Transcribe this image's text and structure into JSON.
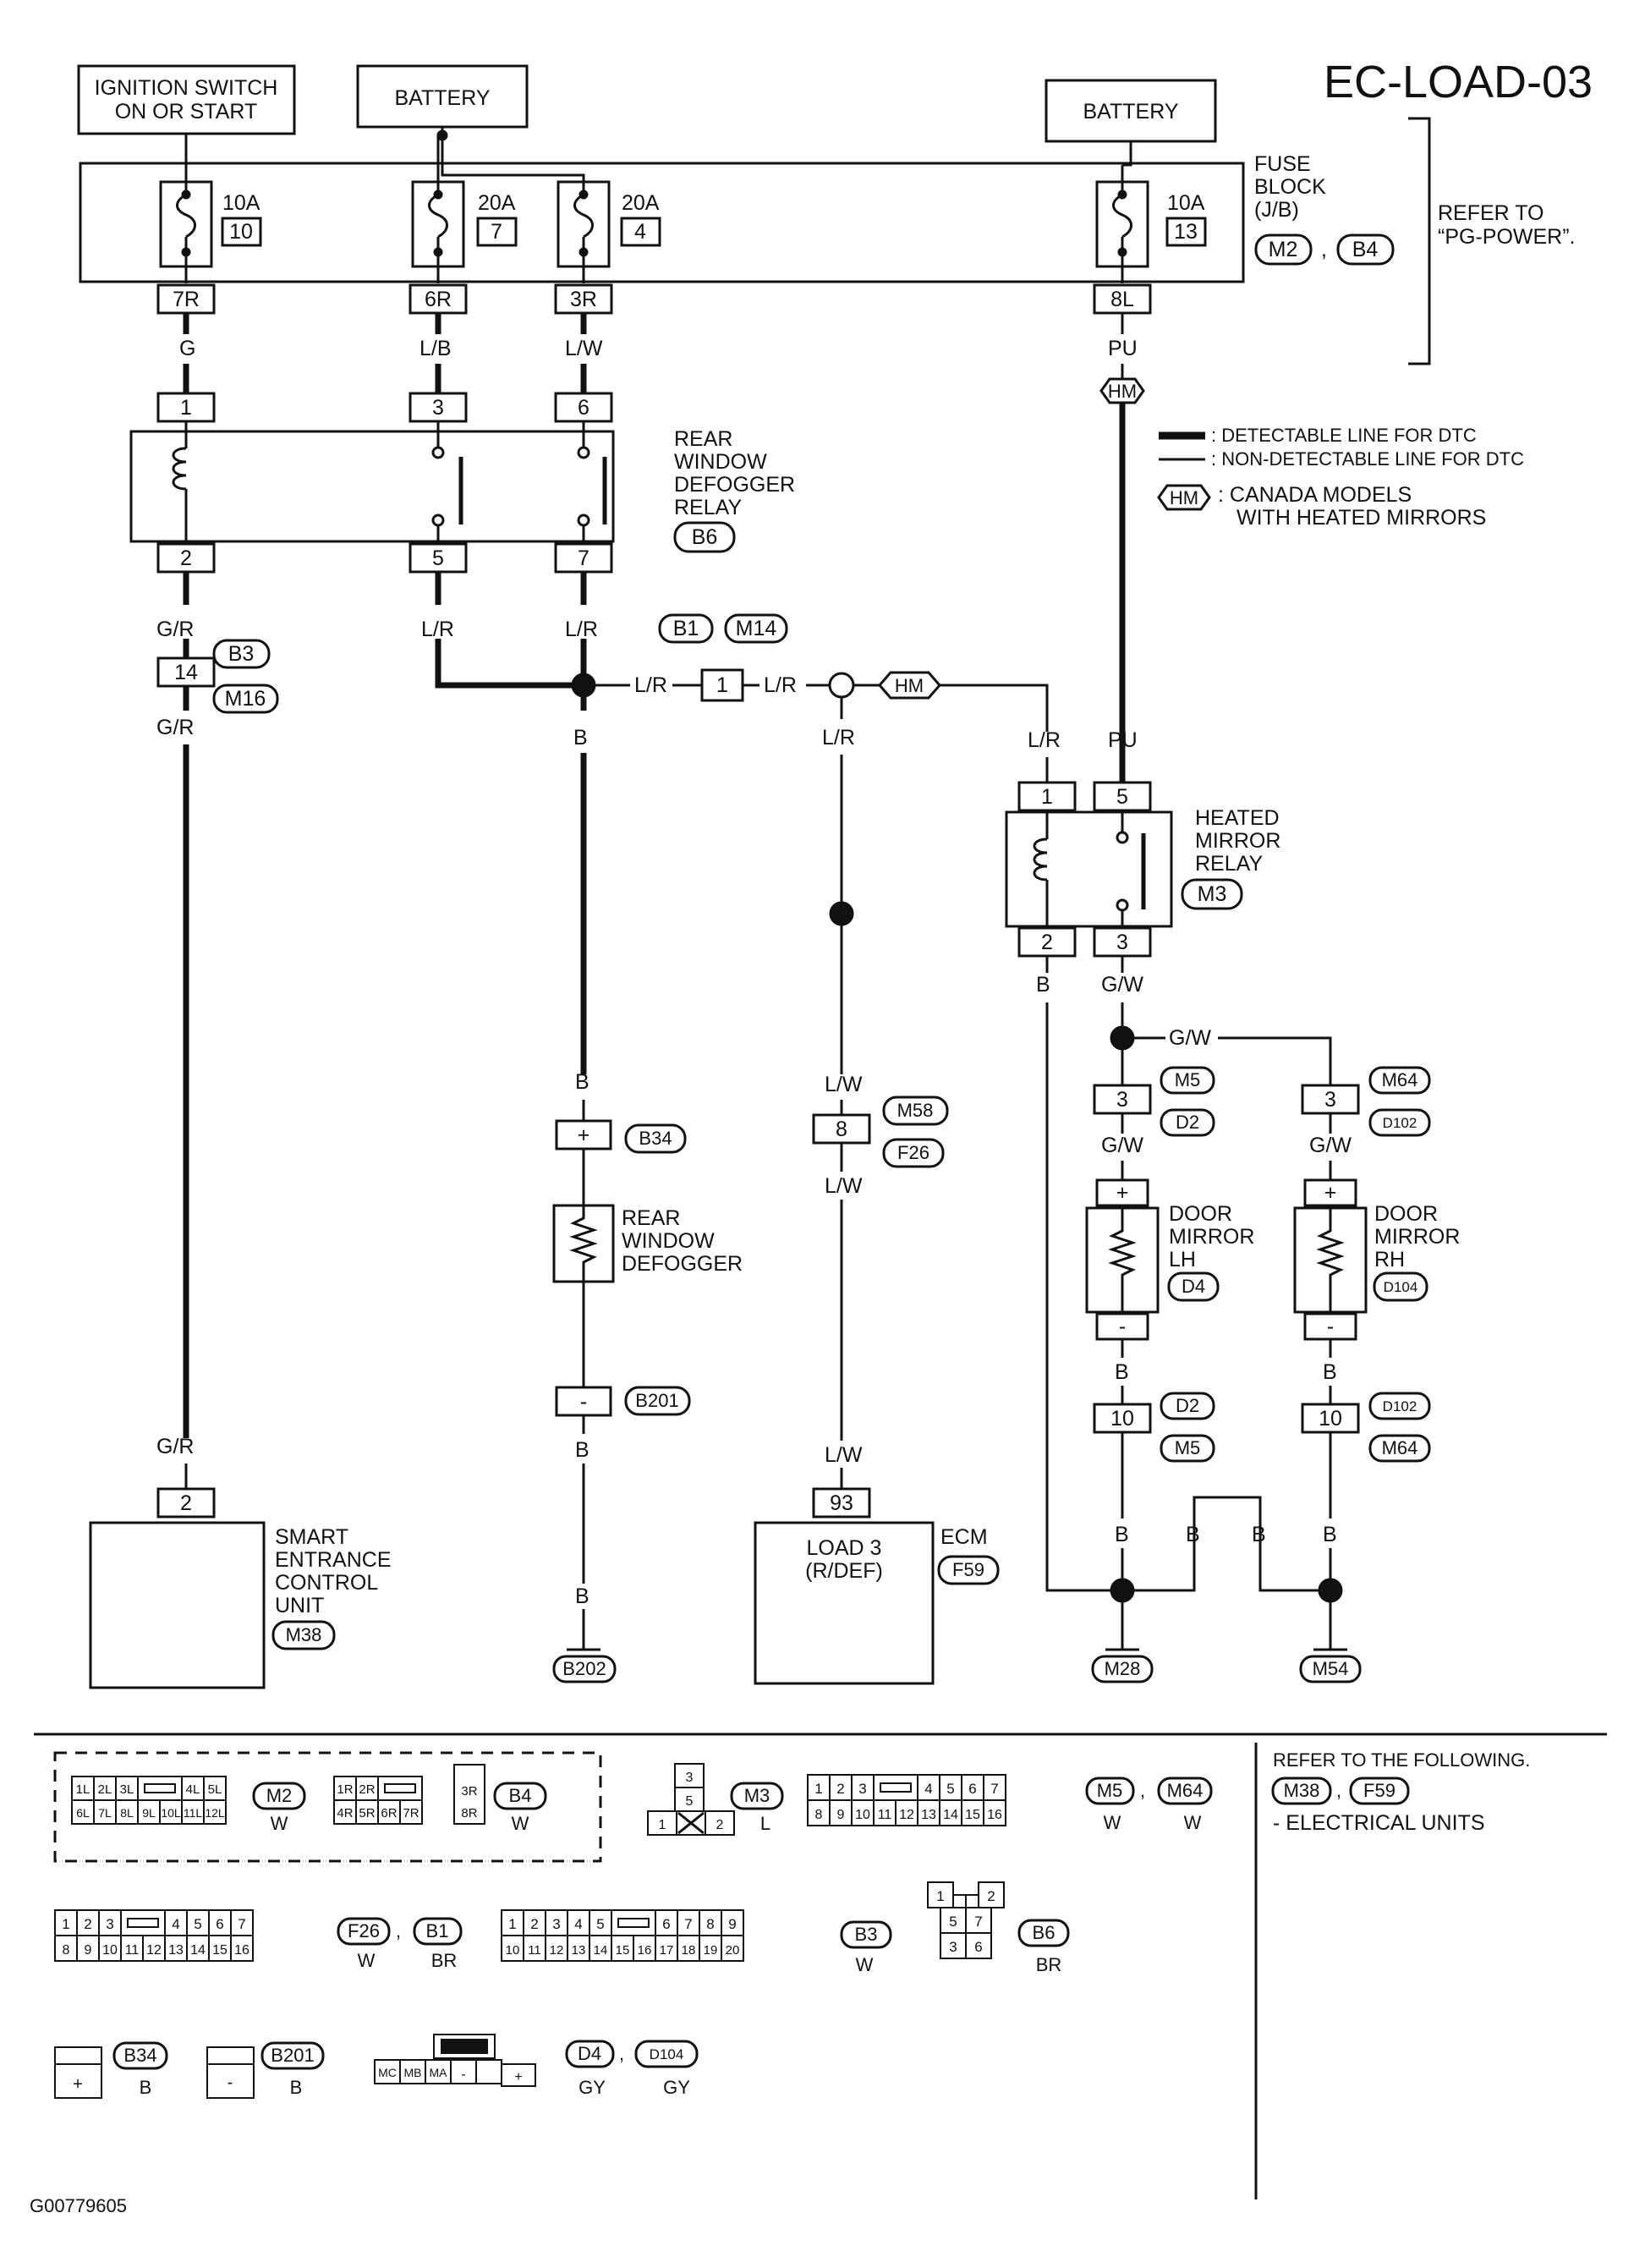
{
  "title": "EC-LOAD-03",
  "figure_id": "G00779605",
  "sources": {
    "ignition": [
      "IGNITION SWITCH",
      "ON OR START"
    ],
    "battery_left": "BATTERY",
    "battery_right": "BATTERY"
  },
  "fuse_block": {
    "label": [
      "FUSE",
      "BLOCK",
      "(J/B)"
    ],
    "connectors": [
      "M2",
      "B4"
    ],
    "refer": [
      "REFER TO",
      "“PG-POWER”."
    ],
    "fuses": [
      {
        "amps": "10A",
        "no": "10",
        "terminal": "7R"
      },
      {
        "amps": "20A",
        "no": "7",
        "terminal": "6R"
      },
      {
        "amps": "20A",
        "no": "4",
        "terminal": "3R"
      },
      {
        "amps": "10A",
        "no": "13",
        "terminal": "8L"
      }
    ]
  },
  "wires": {
    "g": "G",
    "lb": "L/B",
    "lw": "L/W",
    "pu": "PU",
    "gr": "G/R",
    "lr": "L/R",
    "b": "B",
    "gw": "G/W"
  },
  "hm_tag": "HM",
  "legend": {
    "detectable": ": DETECTABLE LINE FOR DTC",
    "non_detectable": ": NON-DETECTABLE LINE FOR DTC",
    "hm": [
      ": CANADA MODELS",
      "WITH HEATED MIRRORS"
    ]
  },
  "rear_relay": {
    "label": [
      "REAR",
      "WINDOW",
      "DEFOGGER",
      "RELAY"
    ],
    "connector": "B6",
    "pins_top": [
      "1",
      "3",
      "6"
    ],
    "pins_bottom": [
      "2",
      "5",
      "7"
    ]
  },
  "joint_connectors": {
    "b3": "B3",
    "m16": "M16",
    "pin14": "14",
    "b1": "B1",
    "m14": "M14",
    "pin1": "1"
  },
  "heated_relay": {
    "label": [
      "HEATED",
      "MIRROR",
      "RELAY"
    ],
    "connector": "M3",
    "pins_top": [
      "1",
      "5"
    ],
    "pins_bottom": [
      "2",
      "3"
    ]
  },
  "defogger": {
    "label": [
      "REAR",
      "WINDOW",
      "DEFOGGER"
    ],
    "conn_plus": "B34",
    "conn_minus": "B201",
    "plus": "+",
    "minus": "-"
  },
  "ecm_path": {
    "pin": "8",
    "conn_a": "M58",
    "conn_b": "F26"
  },
  "mirrors": {
    "lh": {
      "label": [
        "DOOR",
        "MIRROR",
        "LH"
      ],
      "connector": "D4",
      "pin": "3",
      "conn_a": "M5",
      "conn_b": "D2",
      "pin_b": "10",
      "conn_c": "D2",
      "conn_d": "M5"
    },
    "rh": {
      "label": [
        "DOOR",
        "MIRROR",
        "RH"
      ],
      "connector": "D104",
      "pin": "3",
      "conn_a": "M64",
      "conn_b": "D102",
      "pin_b": "10",
      "conn_c": "D102",
      "conn_d": "M64"
    }
  },
  "units": {
    "smart": {
      "label": [
        "SMART",
        "ENTRANCE",
        "CONTROL",
        "UNIT"
      ],
      "connector": "M38",
      "pin": "2"
    },
    "ecm": {
      "label": "ECM",
      "connector": "F59",
      "pin": "93",
      "inner": [
        "LOAD 3",
        "(R/DEF)"
      ]
    }
  },
  "grounds": [
    "B202",
    "M28",
    "M54"
  ],
  "connector_views": {
    "m2": {
      "name": "M2",
      "color": "W",
      "row1": [
        "1L",
        "2L",
        "3L",
        "",
        "4L",
        "5L"
      ],
      "row2": [
        "6L",
        "7L",
        "8L",
        "9L",
        "10L",
        "11L",
        "12L"
      ]
    },
    "b4": {
      "name": "B4",
      "color": "W",
      "row1": [
        "1R",
        "2R",
        "",
        "3R"
      ],
      "row2": [
        "4R",
        "5R",
        "6R",
        "7R",
        "8R"
      ]
    },
    "m3": {
      "name": "M3",
      "color": "L",
      "pins": [
        "3",
        "5",
        "1",
        "2"
      ]
    },
    "m5": {
      "name": "M5",
      "name2": "M64",
      "color": "W",
      "color2": "W",
      "row1": [
        "1",
        "2",
        "3",
        "",
        "4",
        "5",
        "6",
        "7"
      ],
      "row2": [
        "8",
        "9",
        "10",
        "11",
        "12",
        "13",
        "14",
        "15",
        "16"
      ]
    },
    "f26": {
      "name": "F26",
      "name2": "B1",
      "color": "W",
      "color2": "BR",
      "row1": [
        "1",
        "2",
        "3",
        "",
        "4",
        "5",
        "6",
        "7"
      ],
      "row2": [
        "8",
        "9",
        "10",
        "11",
        "12",
        "13",
        "14",
        "15",
        "16"
      ]
    },
    "b3": {
      "name": "B3",
      "color": "W",
      "row1": [
        "1",
        "2",
        "3",
        "4",
        "5",
        "",
        "6",
        "7",
        "8",
        "9"
      ],
      "row2": [
        "10",
        "11",
        "12",
        "13",
        "14",
        "15",
        "16",
        "17",
        "18",
        "19",
        "20"
      ]
    },
    "b6": {
      "name": "B6",
      "color": "BR",
      "pins": [
        "1",
        "2",
        "5",
        "7",
        "3",
        "6"
      ]
    },
    "b34": {
      "name": "B34",
      "color": "B",
      "pin": "+"
    },
    "b201": {
      "name": "B201",
      "color": "B",
      "pin": "-"
    },
    "d4": {
      "name": "D4",
      "name2": "D104",
      "color": "GY",
      "color2": "GY",
      "pins": [
        "MC",
        "MB",
        "MA",
        "-",
        "+"
      ]
    }
  },
  "refer_units": {
    "line1": "REFER TO THE FOLLOWING.",
    "conns": [
      "M38",
      "F59"
    ],
    "line2": "- ELECTRICAL UNITS"
  }
}
